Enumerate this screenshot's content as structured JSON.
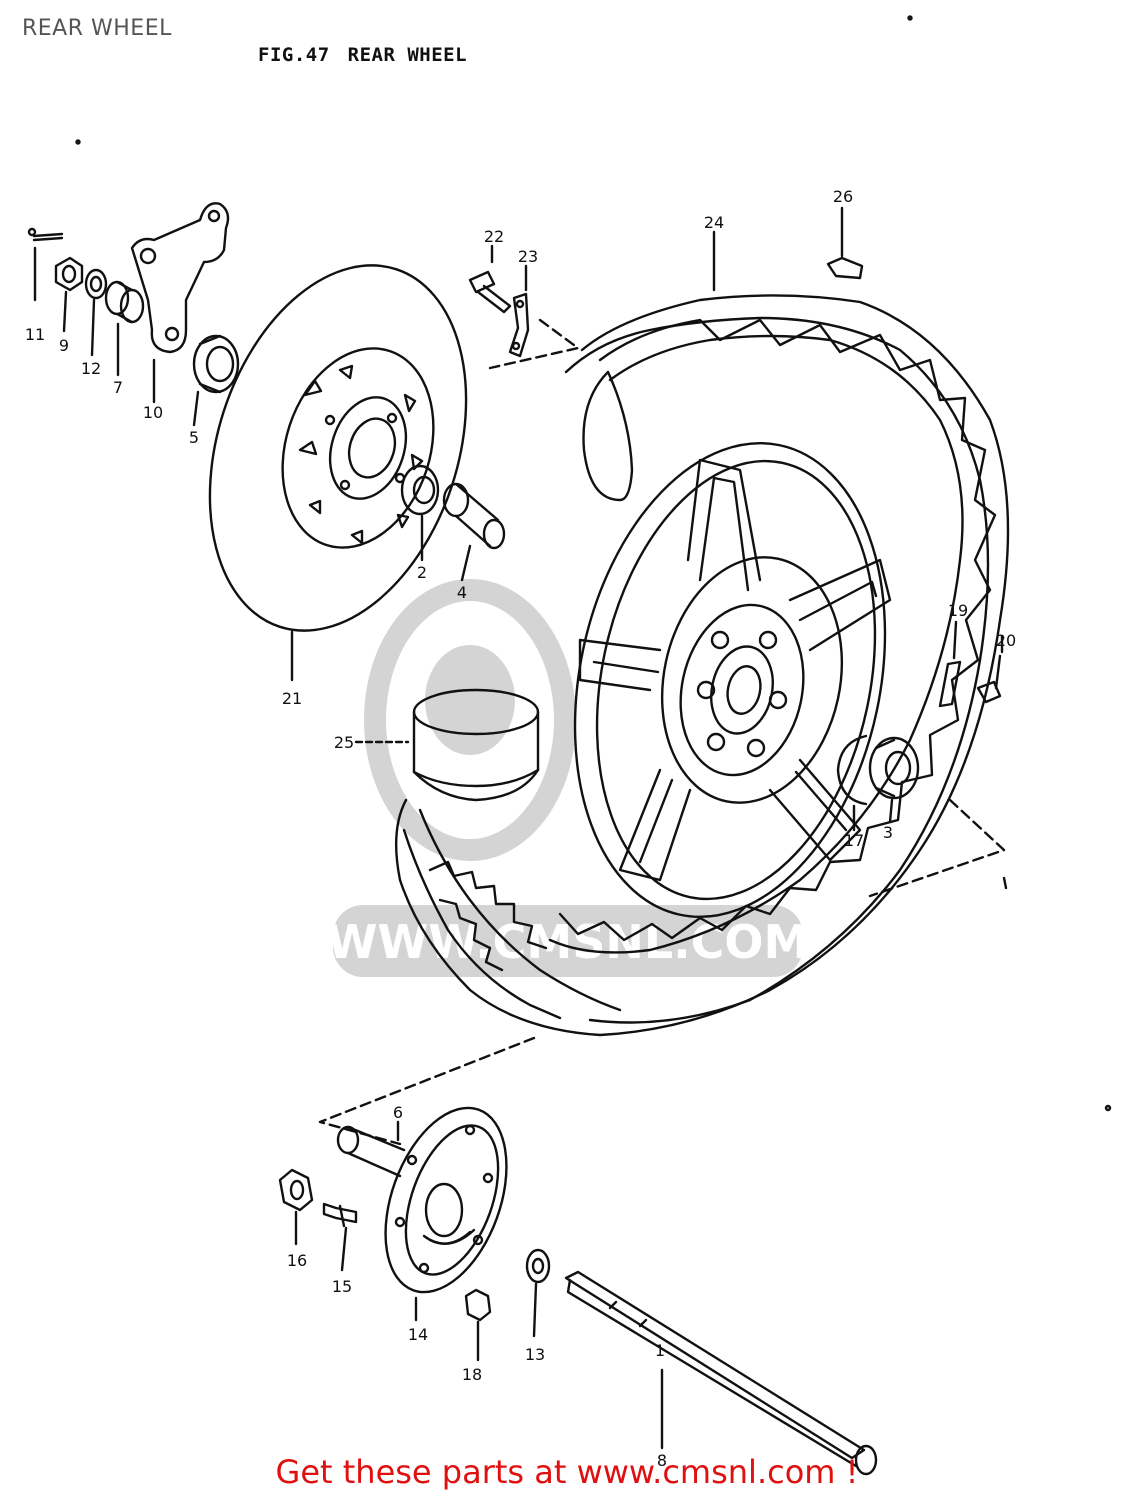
{
  "header": {
    "page_title": "REAR WHEEL",
    "figure_number": "FIG.47",
    "figure_title": "REAR WHEEL"
  },
  "watermark": {
    "text": "WWW.CMSNL.COM"
  },
  "callouts": [
    "1",
    "2",
    "3",
    "4",
    "5",
    "6",
    "7",
    "8",
    "9",
    "10",
    "11",
    "12",
    "13",
    "14",
    "15",
    "16",
    "17",
    "18",
    "19",
    "20",
    "21",
    "22",
    "23",
    "24",
    "25",
    "26"
  ],
  "footer": {
    "link_text": "Get these parts at www.cmsnl.com !"
  },
  "colors": {
    "line": "#111111",
    "watermark": "#d4d4d4",
    "footer": "#e01010",
    "title": "#555555"
  }
}
